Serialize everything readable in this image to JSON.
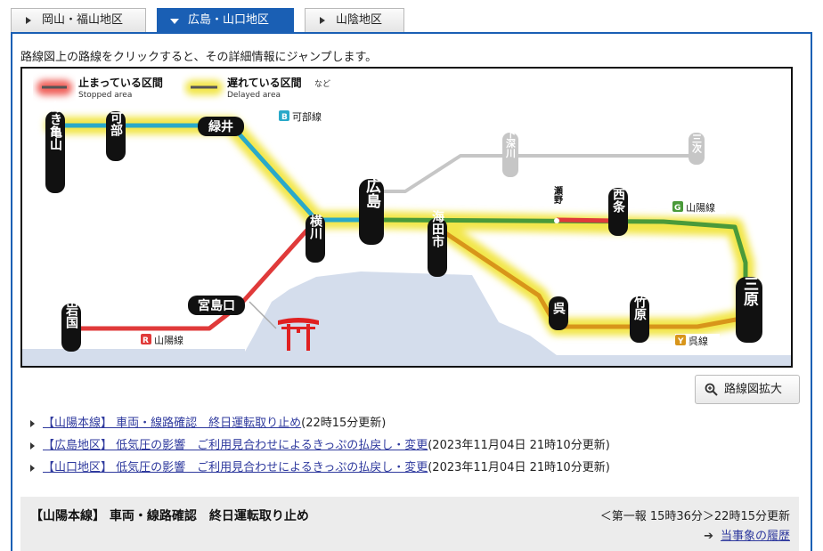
{
  "tabs": [
    {
      "label": "岡山・福山地区",
      "active": false
    },
    {
      "label": "広島・山口地区",
      "active": true
    },
    {
      "label": "山陰地区",
      "active": false
    }
  ],
  "instruction": "路線図上の路線をクリックすると、その詳細情報にジャンプします。",
  "map": {
    "legend": {
      "stopped_jp": "止まっている区間",
      "stopped_en": "Stopped area",
      "delayed_jp": "遅れている区間",
      "delayed_suffix": "など",
      "delayed_en": "Delayed area"
    },
    "lines": {
      "kabe": {
        "badge": "B",
        "name": "可部線"
      },
      "sanyo_east": {
        "badge": "G",
        "name": "山陽線"
      },
      "sanyo_west": {
        "badge": "R",
        "name": "山陽線"
      },
      "kure": {
        "badge": "Y",
        "name": "呉線"
      }
    },
    "stations": {
      "aki_kameyama": "あき亀山",
      "kabe": "可部",
      "midorii": "緑井",
      "yokogawa": "横川",
      "hiroshima": "広島",
      "kaitaichi": "海田市",
      "saijo": "西条",
      "seno": "瀬野",
      "shimofukawa": "下深川",
      "miyoshi": "三次",
      "mihara": "三原",
      "kure": "呉",
      "takehara": "竹原",
      "miyajimaguchi": "宮島口",
      "iwakuni": "岩国"
    },
    "colors": {
      "stopped": "#e03a3a",
      "delayed_glow": "#f2e64a",
      "kabe_line": "#2aa9c9",
      "sanyo_line": "#4a9a3a",
      "kure_line": "#d8951a",
      "suspended_line": "#c0c0c0",
      "sea": "#d4ddec"
    }
  },
  "zoom_button": {
    "label": "路線図拡大",
    "icon": "magnifier-icon"
  },
  "news": [
    {
      "link": "【山陽本線】 車両・線路確認　終日運転取り止め",
      "updated": "(22時15分更新)"
    },
    {
      "link": "【広島地区】 低気圧の影響　ご利用見合わせによるきっぷの払戻し・変更",
      "updated": "(2023年11月04日 21時10分更新)"
    },
    {
      "link": "【山口地区】 低気圧の影響　ご利用見合わせによるきっぷの払戻し・変更",
      "updated": "(2023年11月04日 21時10分更新)"
    }
  ],
  "notice": {
    "title": "【山陽本線】 車両・線路確認　終日運転取り止め",
    "time": "＜第一報 15時36分＞22時15分更新",
    "history_link": "当事象の履歴"
  }
}
